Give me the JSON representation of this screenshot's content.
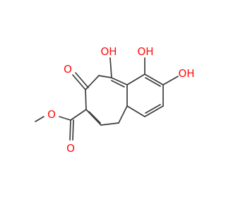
{
  "colors": {
    "bond": "#3c3c3c",
    "oxygen": "#ff0d0d"
  },
  "atoms": {
    "ketone_o": "O",
    "hydroxyl_top": "OH",
    "hydroxyl_upper_right": "OH",
    "hydroxyl_right": "OH",
    "carbonyl_o": "O",
    "ester_o": "O"
  }
}
